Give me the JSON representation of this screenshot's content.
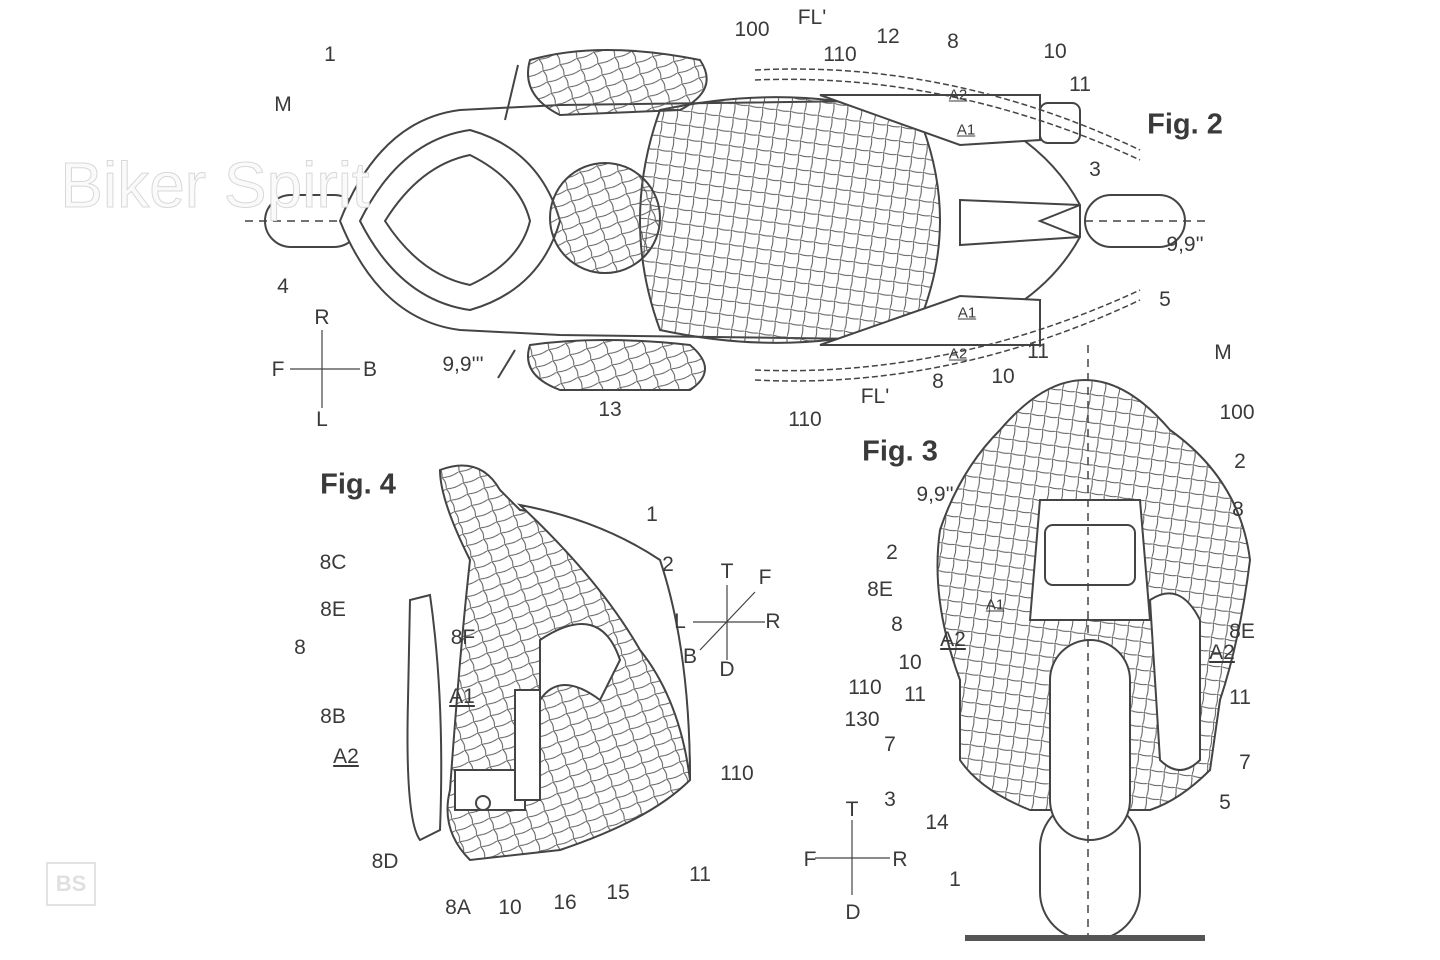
{
  "figures": {
    "fig2": {
      "title": "Fig. 2",
      "labels": [
        "1",
        "M",
        "100",
        "FL'",
        "110",
        "12",
        "8",
        "10",
        "11",
        "A2",
        "A1",
        "3",
        "9,9''",
        "5",
        "4",
        "R",
        "F",
        "B",
        "L",
        "9,9'''",
        "13",
        "A1",
        "11",
        "A2",
        "10",
        "8",
        "M",
        "110",
        "FL'"
      ]
    },
    "fig3": {
      "title": "Fig. 3",
      "labels": [
        "100",
        "2",
        "9,9''",
        "8",
        "2",
        "8E",
        "8",
        "A1",
        "A2",
        "8E",
        "A2",
        "10",
        "110",
        "11",
        "11",
        "130",
        "7",
        "7",
        "3",
        "5",
        "14",
        "T",
        "F",
        "R",
        "D",
        "1"
      ]
    },
    "fig4": {
      "title": "Fig. 4",
      "labels": [
        "1",
        "2",
        "8C",
        "8E",
        "8F",
        "8",
        "T",
        "F",
        "L",
        "R",
        "B",
        "D",
        "A1",
        "8B",
        "A2",
        "110",
        "8D",
        "11",
        "15",
        "16",
        "10",
        "8A"
      ]
    }
  },
  "watermark": {
    "logo": "BS",
    "text": "Biker Spirit"
  }
}
